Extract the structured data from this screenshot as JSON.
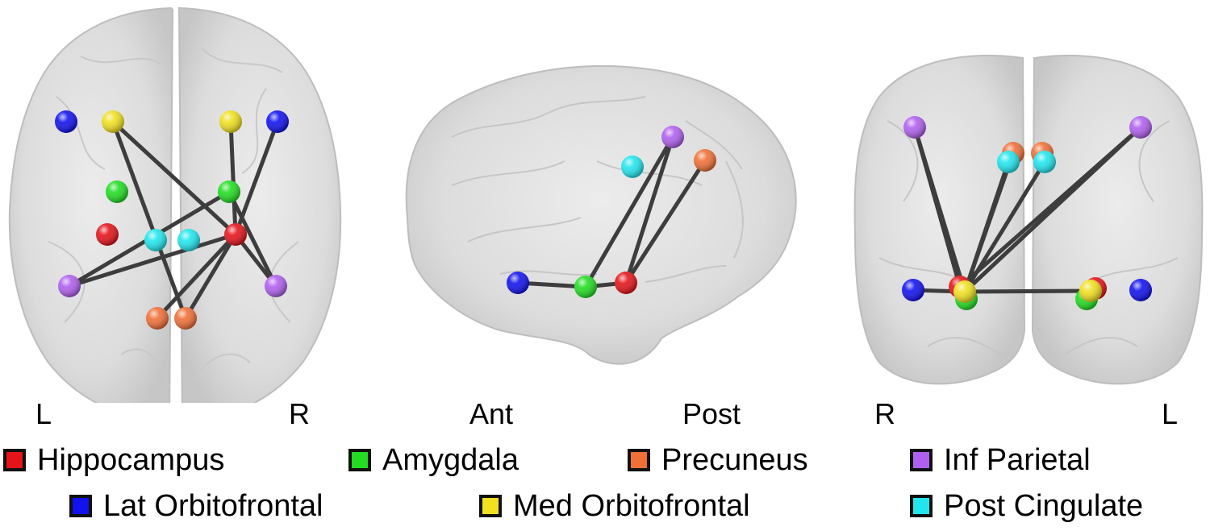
{
  "region_colors": {
    "hippocampus": "#e4141a",
    "amygdala": "#22dd22",
    "precuneus": "#f07038",
    "inf_parietal": "#b060ee",
    "lat_orbitofrontal": "#1212ee",
    "med_orbitofrontal": "#f0e020",
    "post_cingulate": "#22e6ee"
  },
  "views": {
    "axial": {
      "left_label": "L",
      "right_label": "R"
    },
    "sagittal": {
      "left_label": "Ant",
      "right_label": "Post"
    },
    "coronal": {
      "left_label": "R",
      "right_label": "L"
    }
  },
  "legend": [
    {
      "region": "hippocampus",
      "label": "Hippocampus"
    },
    {
      "region": "amygdala",
      "label": "Amygdala"
    },
    {
      "region": "precuneus",
      "label": "Precuneus"
    },
    {
      "region": "inf_parietal",
      "label": "Inf Parietal"
    },
    {
      "region": "lat_orbitofrontal",
      "label": "Lat Orbitofrontal"
    },
    {
      "region": "med_orbitofrontal",
      "label": "Med Orbitofrontal"
    },
    {
      "region": "post_cingulate",
      "label": "Post Cingulate"
    }
  ]
}
